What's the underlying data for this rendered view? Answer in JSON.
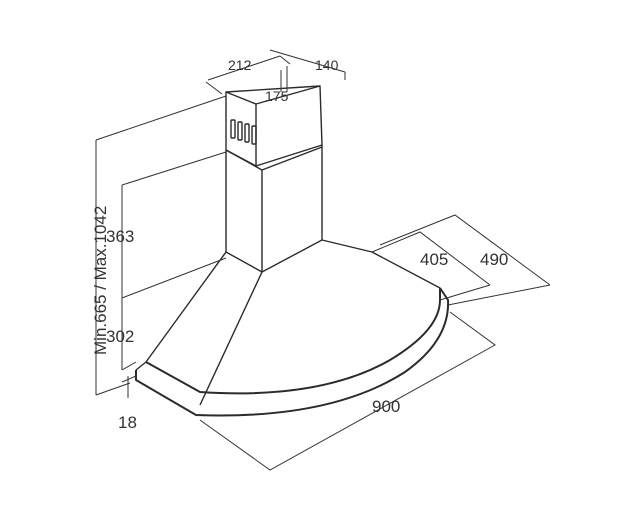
{
  "dimensions": {
    "chimney_front_width": "212",
    "chimney_depth": "140",
    "chimney_inner_width": "175",
    "upper_chimney_height": "363",
    "canopy_height": "302",
    "rim_thickness": "18",
    "total_height_range": "Min.665 / Max.1042",
    "inner_depth": "405",
    "total_depth": "490",
    "total_width": "900"
  },
  "colors": {
    "line": "#2b2b2b",
    "dimension_text": "#333333",
    "background": "#ffffff"
  }
}
